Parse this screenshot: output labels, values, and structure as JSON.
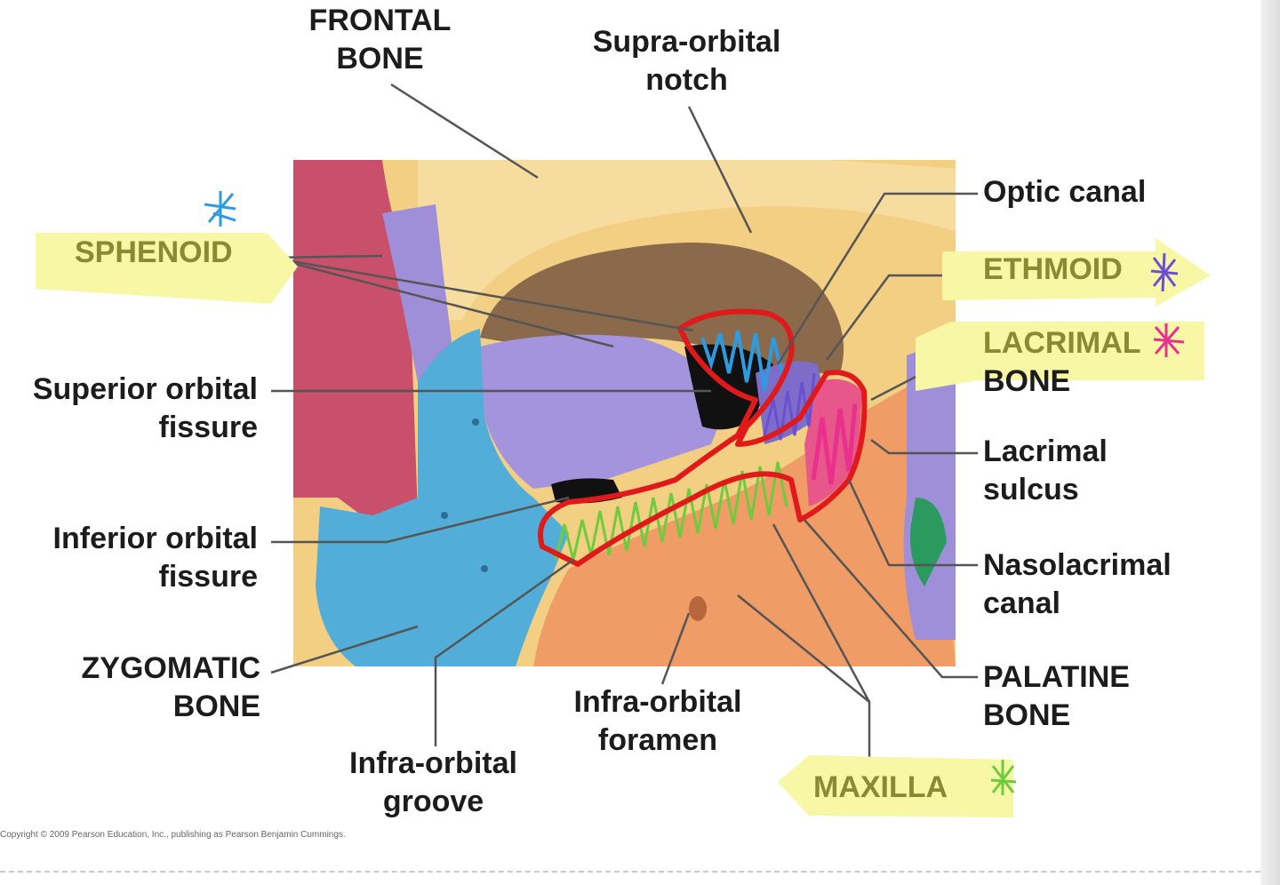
{
  "labels": {
    "frontal_bone": [
      "FRONTAL",
      "BONE"
    ],
    "supra_orbital_notch": [
      "Supra-orbital",
      "notch"
    ],
    "optic_canal": [
      "Optic canal"
    ],
    "sphenoid": [
      "SPHENOID"
    ],
    "ethmoid": [
      "ETHMOID"
    ],
    "lacrimal_bone": [
      "LACRIMAL",
      "BONE"
    ],
    "superior_orbital_fissure": [
      "Superior orbital",
      "fissure"
    ],
    "lacrimal_sulcus": [
      "Lacrimal",
      "sulcus"
    ],
    "inferior_orbital_fissure": [
      "Inferior orbital",
      "fissure"
    ],
    "nasolacrimal_canal": [
      "Nasolacrimal",
      "canal"
    ],
    "zygomatic_bone": [
      "ZYGOMATIC",
      "BONE"
    ],
    "palatine_bone": [
      "PALATINE",
      "BONE"
    ],
    "infra_orbital_foramen": [
      "Infra-orbital",
      "foramen"
    ],
    "infra_orbital_groove": [
      "Infra-orbital",
      "groove"
    ],
    "maxilla": [
      "MAXILLA"
    ]
  },
  "copyright": "Copyright © 2009 Pearson Education, Inc., publishing as Pearson Benjamin Cummings.",
  "colors": {
    "frontal": "#f3cf83",
    "sphenoid": "#9e8fd8",
    "zygomatic": "#52aed8",
    "maxilla": "#ef9c66",
    "temporal": "#c8506a",
    "ethmoid": "#7d6cc8",
    "lacrimal": "#e8578a",
    "nasal_cavity_green": "#2b9a5e",
    "highlight": "#f8f7a6",
    "highlight_text": "#8a8a33",
    "annotation_red": "#e01a1a",
    "annotation_green": "#6dcc3c",
    "annotation_blue": "#2e9be0",
    "annotation_purple": "#6b4fd0",
    "annotation_pink": "#e8308c"
  }
}
